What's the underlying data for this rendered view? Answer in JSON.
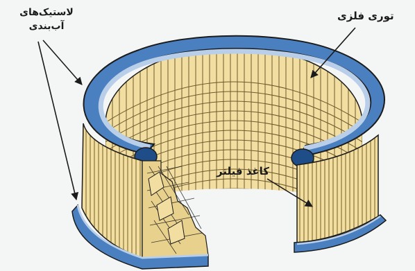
{
  "labels": {
    "seals_line1": "لاستیک‌های",
    "seals_line2": "آب‌بندی",
    "metal_mesh": "توری فلزی",
    "filter_paper": "کاغذ فیلتر"
  },
  "colors": {
    "background": "#f4f6f6",
    "seal_blue": "#4a7fc0",
    "seal_light": "#b9cfe9",
    "seal_dark": "#1f4d88",
    "paper_yellow": "#f2dea0",
    "paper_shadow": "#c9b06b",
    "mesh_line": "#6e5a2d",
    "outline": "#1b1b1b"
  }
}
